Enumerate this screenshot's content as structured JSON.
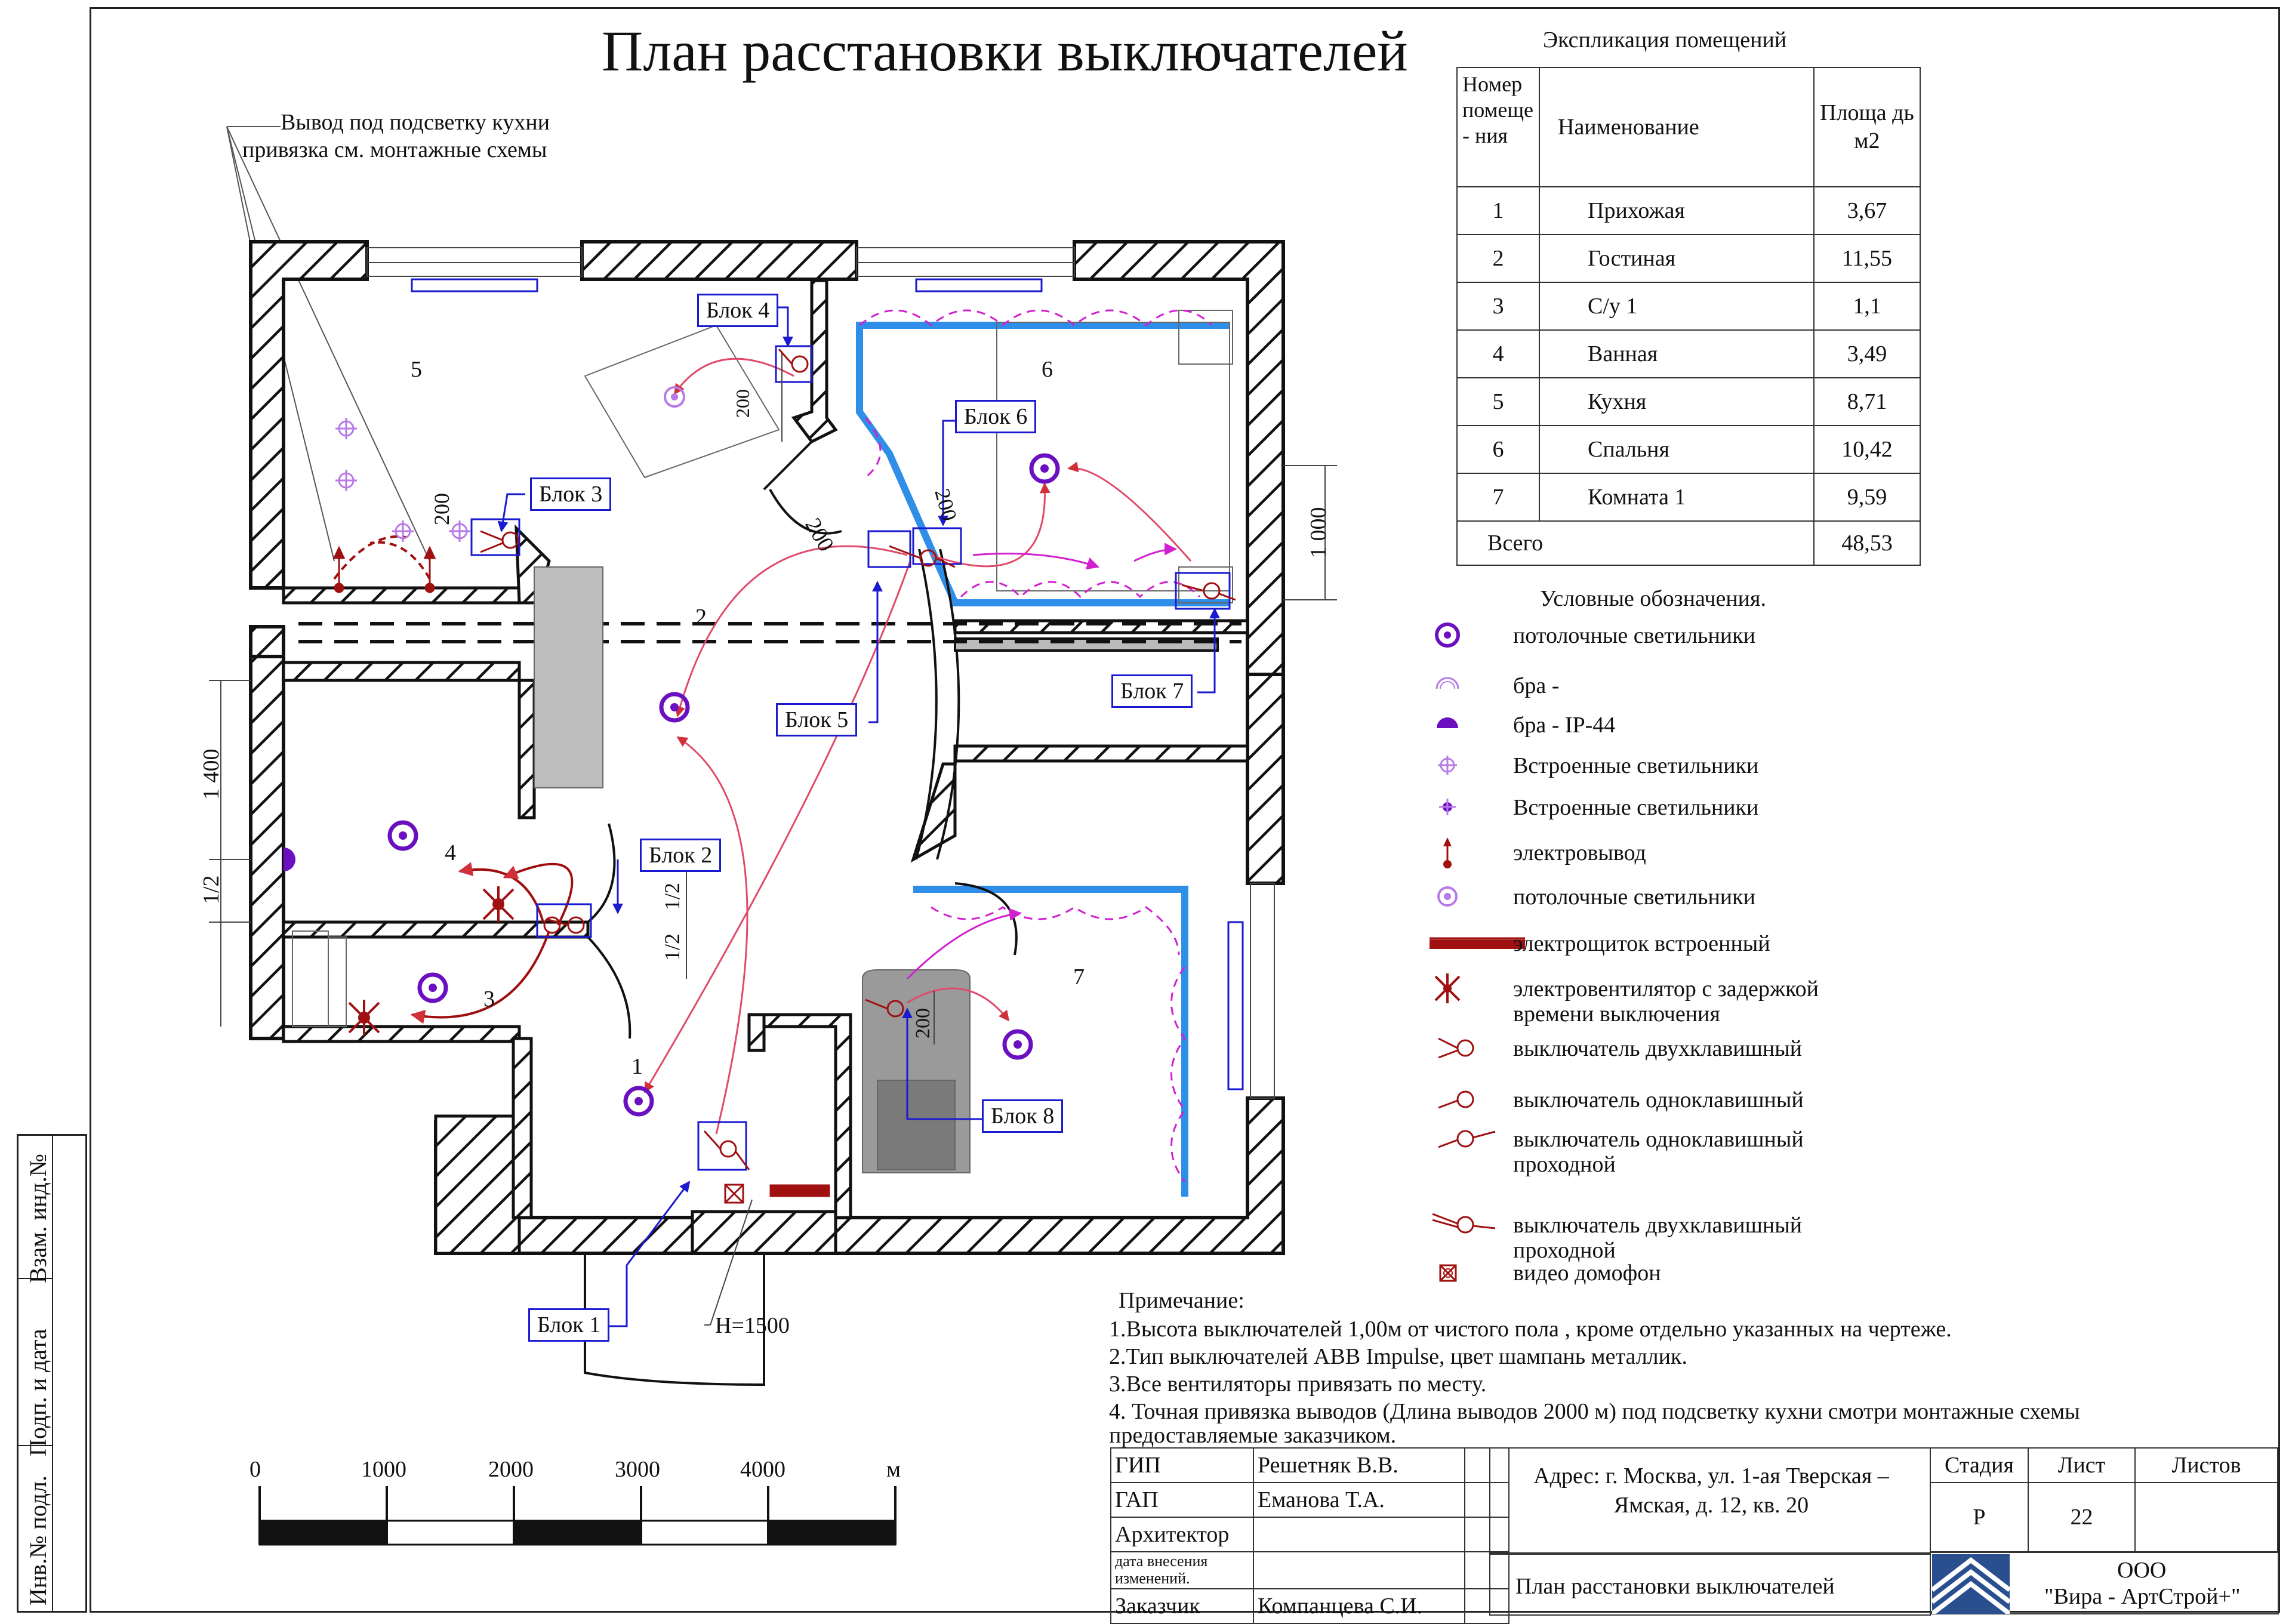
{
  "title": "План расстановки выключателей",
  "kitchen_note": {
    "line1": "Вывод под подсветку кухни",
    "line2": "привязка см. монтажные схемы"
  },
  "explication": {
    "title": "Экспликация  помещений",
    "headers": {
      "number": "Номер помеще - ния",
      "name": "Наименование",
      "area": "Площа дь м2"
    },
    "rows": [
      {
        "num": "1",
        "name": "Прихожая",
        "area": "3,67"
      },
      {
        "num": "2",
        "name": "Гостиная",
        "area": "11,55"
      },
      {
        "num": "3",
        "name": "С/у 1",
        "area": "1,1"
      },
      {
        "num": "4",
        "name": "Ванная",
        "area": "3,49"
      },
      {
        "num": "5",
        "name": "Кухня",
        "area": "8,71"
      },
      {
        "num": "6",
        "name": "Спальня",
        "area": "10,42"
      },
      {
        "num": "7",
        "name": "Комната 1",
        "area": "9,59"
      }
    ],
    "total_label": "Всего",
    "total_area": "48,53"
  },
  "legend": {
    "title": "Условные обозначения.",
    "items": [
      {
        "icon": "ceiling-light-icon",
        "label": "потолочные светильники"
      },
      {
        "icon": "sconce-icon",
        "label": "бра -"
      },
      {
        "icon": "sconce-ip44-icon",
        "label": "бра -  IP-44"
      },
      {
        "icon": "recessed-light-icon",
        "label": "Встроенные светильники"
      },
      {
        "icon": "recessed-light-dot-icon",
        "label": "Встроенные светильники"
      },
      {
        "icon": "power-outlet-icon",
        "label": "электровывод"
      },
      {
        "icon": "ceiling-light-light-icon",
        "label": "потолочные светильники"
      },
      {
        "icon": "panel-icon",
        "label": "электрощиток встроенный"
      },
      {
        "icon": "fan-icon",
        "label": "электровентилятор с задержкой",
        "label2": "времени выключения"
      },
      {
        "icon": "double-switch-icon",
        "label": "выключатель двухклавишный"
      },
      {
        "icon": "single-switch-icon",
        "label": "выключатель  одноклавишный"
      },
      {
        "icon": "single-pass-switch-icon",
        "label": "выключатель  одноклавишный",
        "label2": "проходной"
      },
      {
        "icon": "double-pass-switch-icon",
        "label": "выключатель  двухклавишный",
        "label2": "проходной"
      },
      {
        "icon": "intercom-icon",
        "label": "видео домофон"
      }
    ]
  },
  "notes": {
    "title": "Примечание:",
    "lines": [
      "1.Высота выключателей 1,00м от    чистого пола , кроме отдельно указанных на чертеже.",
      "2.Тип выключателей ABB Impulse, цвет шампань металлик.",
      "3.Все вентиляторы привязать по месту.",
      "4. Точная привязка выводов (Длина выводов 2000 м) под подсветку кухни смотри монтажные схемы",
      "предоставляемые заказчиком."
    ]
  },
  "scale_bar": {
    "ticks": [
      "0",
      "1000",
      "2000",
      "3000",
      "4000"
    ],
    "unit": "м"
  },
  "plan": {
    "room_numbers": [
      "1",
      "2",
      "3",
      "4",
      "5",
      "6",
      "7"
    ],
    "blocks": [
      "Блок 1",
      "Блок 2",
      "Блок 3",
      "Блок 4",
      "Блок 5",
      "Блок 6",
      "Блок 7",
      "Блок 8"
    ],
    "dims": {
      "d200": "200",
      "d1000": "1 000",
      "d1400": "1 400",
      "d12": "1/2",
      "h1500": "H=1500"
    }
  },
  "stamp": {
    "gip_label": "ГИП",
    "gip_name": "Решетняк В.В.",
    "gap_label": "ГАП",
    "gap_name": "Еманова Т.А.",
    "architect_label": "Архитектор",
    "change_date_label": "дата  внесения изменений.",
    "customer_label": "Заказчик",
    "customer_name": "Компанцева С.И.",
    "address": "Адрес: г. Москва, ул. 1-ая Тверская – Ямская, д. 12, кв. 20",
    "sheet_title": "План расстановки выключателей",
    "stage_label": "Стадия",
    "stage_value": "Р",
    "sheet_label": "Лист",
    "sheet_value": "22",
    "sheets_label": "Листов",
    "company_line1": "ООО",
    "company_line2": "\"Вира - АртСтрой+\""
  },
  "sidebar": {
    "inv_vzam": "Взам. инд.№",
    "sign_date": "Подп. и дата",
    "inv_podl": "Инв.№ подл."
  },
  "colors": {
    "wall": "#111111",
    "blue_partition": "#2f8fe8",
    "block_blue": "#1a1ad0",
    "wire_red": "#e04a6a",
    "magenta": "#d020d0",
    "switch_red": "#a01010",
    "light_purple": "#6a10c0"
  }
}
